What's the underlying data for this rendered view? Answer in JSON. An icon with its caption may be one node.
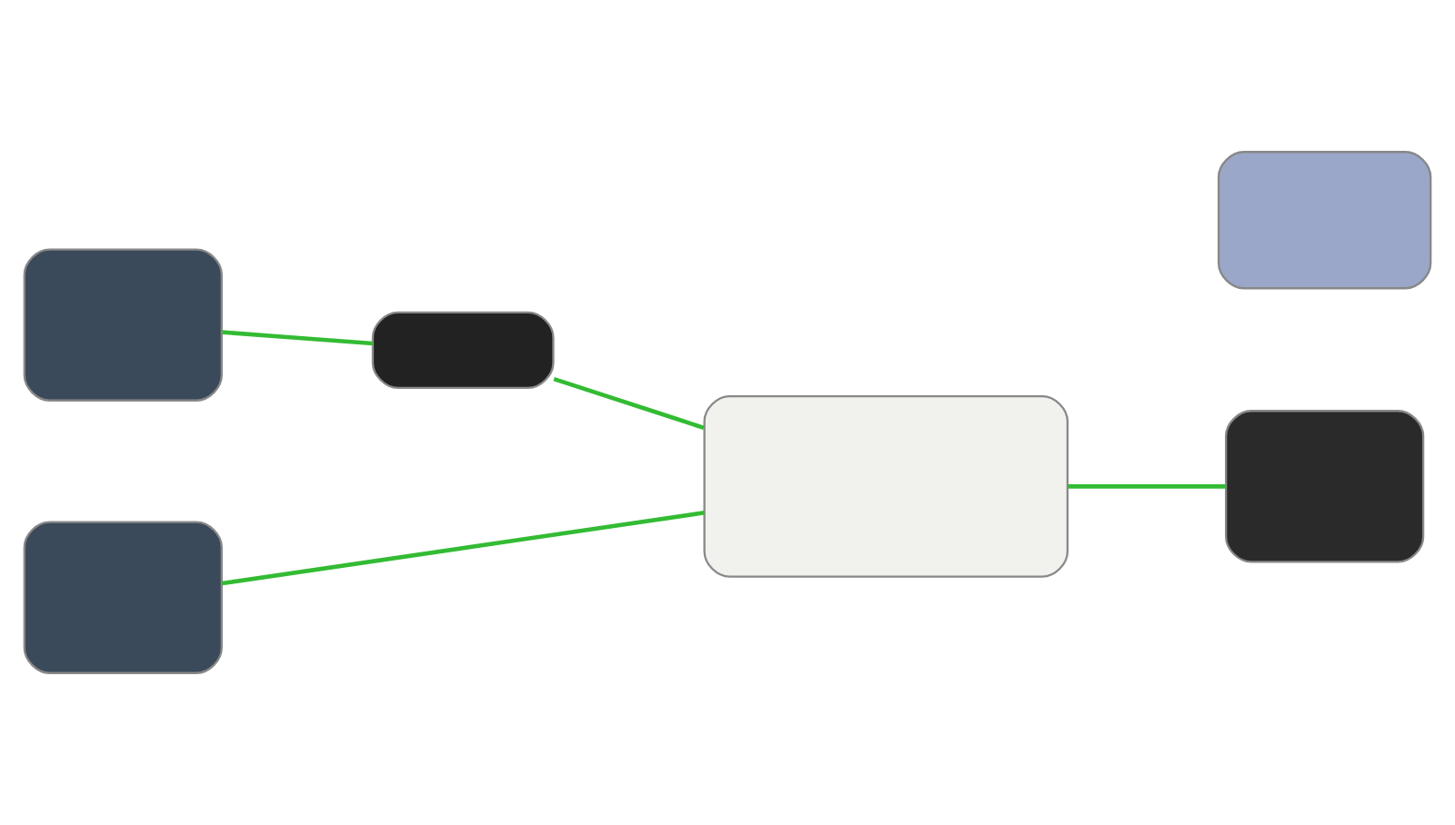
{
  "diagram": {
    "nodes": [
      {
        "text": [],
        "shape": "box"
      },
      {
        "text": [],
        "shape": "box"
      },
      {
        "text": [],
        "shape": "box"
      },
      {
        "text": [],
        "shape": "box"
      },
      {
        "text": [],
        "shape": "box"
      },
      {
        "text": [],
        "shape": "box"
      }
    ],
    "edges": [
      {
        "from": 0,
        "to": 1,
        "arrow": "none"
      },
      {
        "from": 1,
        "to": 3,
        "arrow": "none"
      },
      {
        "from": 4,
        "to": 3,
        "arrow": "none"
      },
      {
        "from": 3,
        "to": 5,
        "arrow": "none"
      }
    ]
  }
}
